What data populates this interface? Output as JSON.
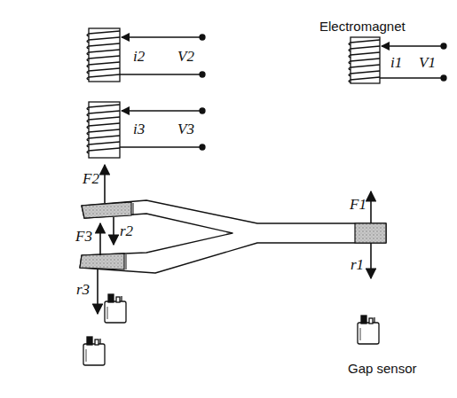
{
  "diagram": {
    "labels": [
      "Electromagnet",
      "i1",
      "V1",
      "i2",
      "V2",
      "i3",
      "V3",
      "F2",
      "r2",
      "F3",
      "r3",
      "F1",
      "r1",
      "Gap sensor"
    ]
  }
}
